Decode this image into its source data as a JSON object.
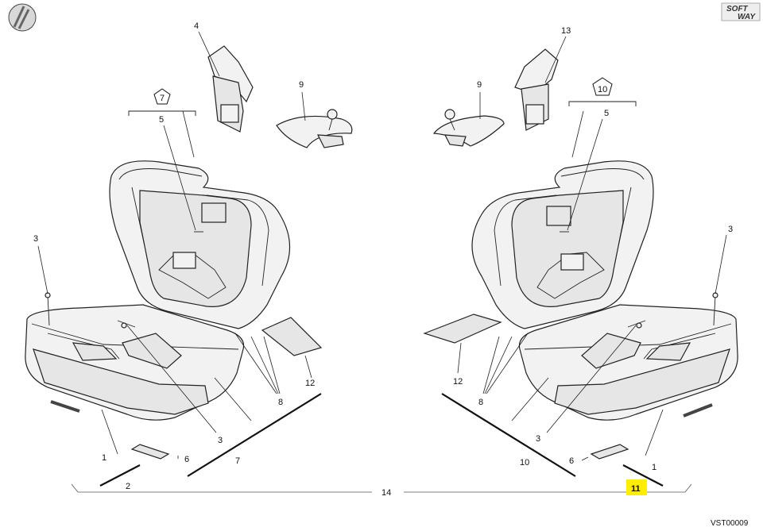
{
  "diagram": {
    "doc_id": "VST00009",
    "brand": {
      "line1": "SOFT",
      "line2": "WAY"
    },
    "callouts": {
      "l4": "4",
      "l9": "9",
      "l7": "7",
      "l5": "5",
      "l3a": "3",
      "l3b": "3",
      "l8": "8",
      "l12": "12",
      "l7b": "7",
      "l1": "1",
      "l2": "2",
      "l6": "6",
      "r13": "13",
      "r9": "9",
      "r10": "10",
      "r5": "5",
      "r3a": "3",
      "r3b": "3",
      "r12": "12",
      "r8": "8",
      "r10b": "10",
      "r6": "6",
      "r1": "1",
      "r11": "11",
      "c14": "14"
    },
    "highlight_color": "#ffee00"
  }
}
